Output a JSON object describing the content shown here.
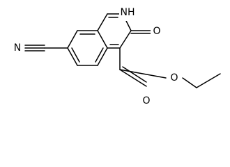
{
  "molecule": {
    "atom_labels": {
      "nitrile_n": "N",
      "ring_nh": "NH",
      "ketone_o": "O",
      "carbonyl_o": "O",
      "ester_o": "O"
    },
    "colors": {
      "bond": "#000000",
      "text": "#000000",
      "background": "#ffffff"
    }
  }
}
